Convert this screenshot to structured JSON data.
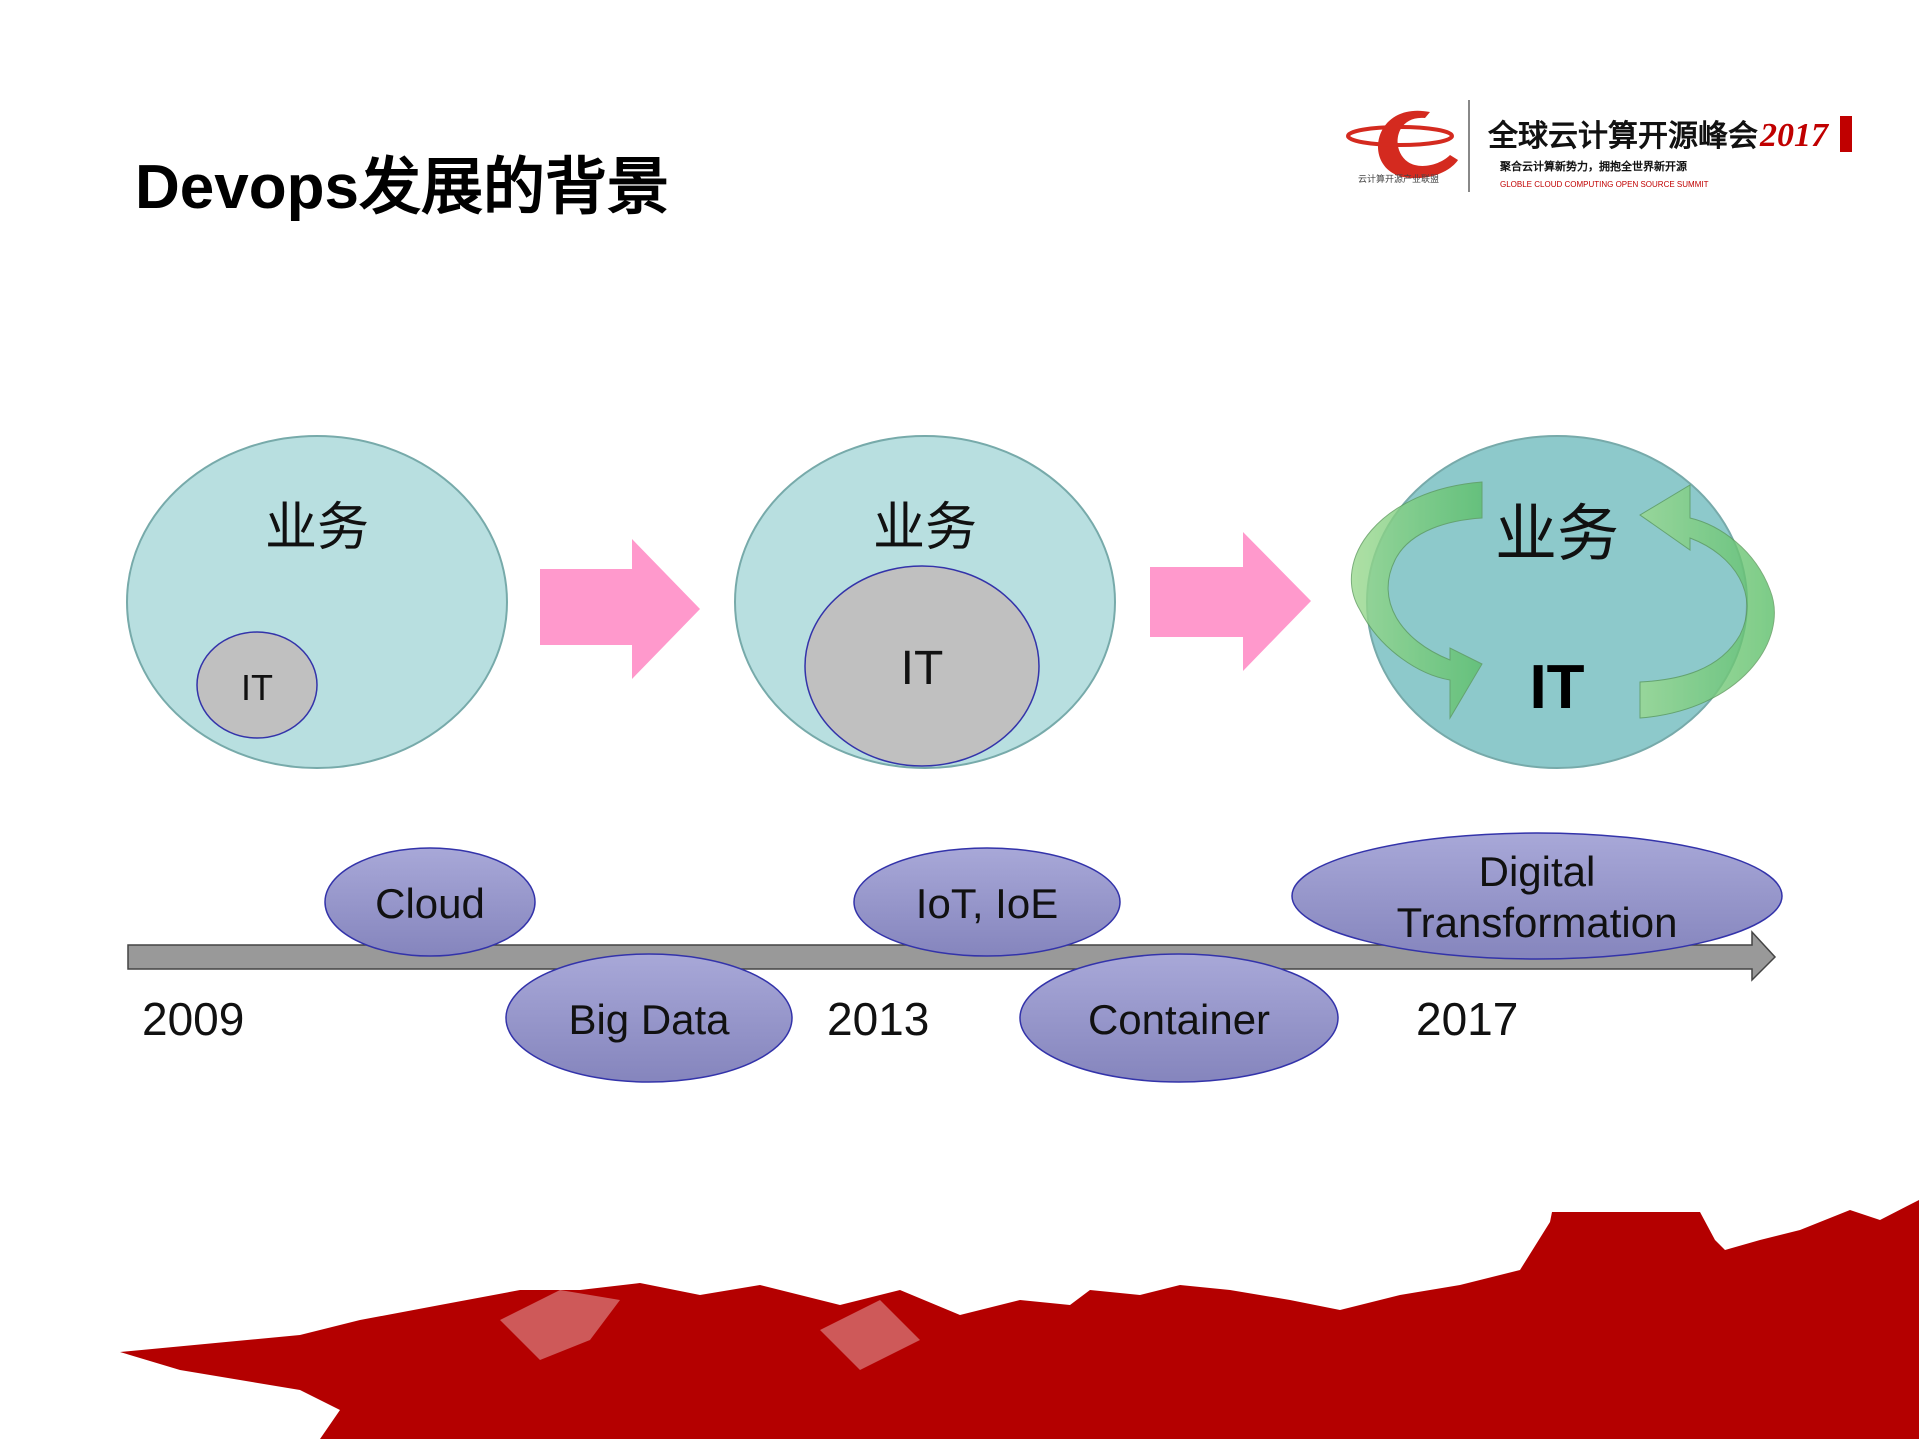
{
  "title": "Devops发展的背景",
  "logo": {
    "org": "云计算开源产业联盟",
    "summit_cn": "全球云计算开源峰会",
    "year": "2017",
    "slogan": "聚合云计算新势力，拥抱全世界新开源",
    "summit_en": "GLOBLE CLOUD COMPUTING OPEN SOURCE SUMMIT"
  },
  "stages": [
    {
      "outer": "业务",
      "inner": "IT"
    },
    {
      "outer": "业务",
      "inner": "IT"
    },
    {
      "outer": "业务",
      "inner": "IT"
    }
  ],
  "timeline": {
    "years": [
      "2009",
      "2013",
      "2017"
    ],
    "tags": [
      "Cloud",
      "Big Data",
      "IoT, IoE",
      "Container",
      "Digital",
      "Transformation"
    ]
  },
  "colors": {
    "outer_circle": "#b8dfe0",
    "outer_circle_active": "#8dc9cb",
    "inner_circle": "#c0c0c0",
    "arrow": "#ff99cc",
    "tag": "#9999cc",
    "accent_red": "#c00000"
  }
}
